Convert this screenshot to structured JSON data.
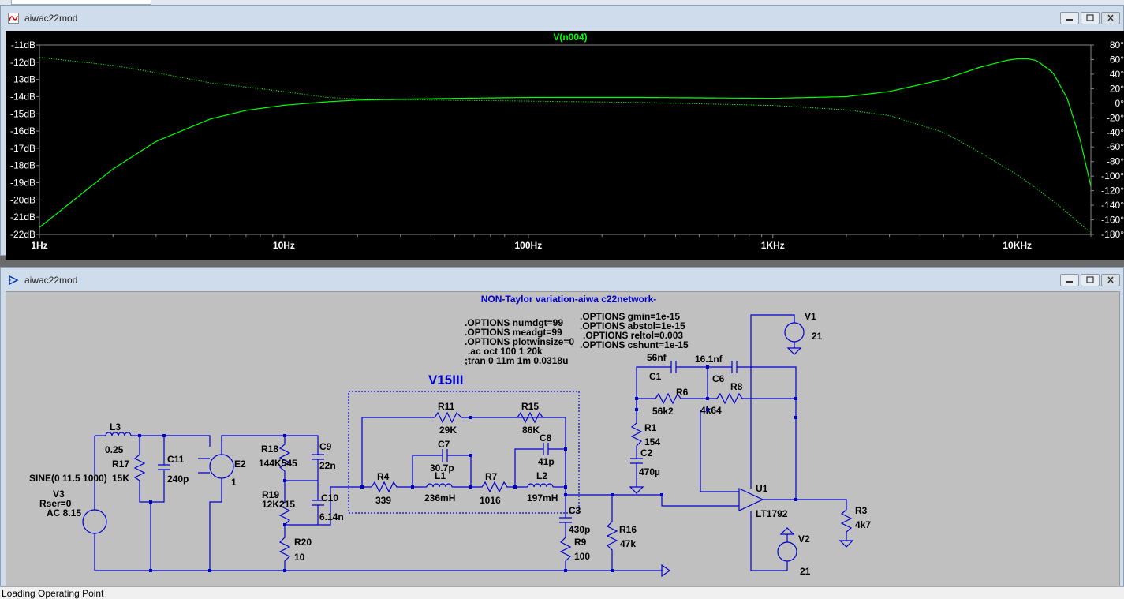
{
  "plot_window": {
    "title": "aiwac22mod",
    "trace_name": "V(n004)"
  },
  "chart_data": {
    "type": "line",
    "title": "V(n004)",
    "x_scale": "log",
    "xlim": [
      1,
      20000
    ],
    "x_ticks": [
      "1Hz",
      "10Hz",
      "100Hz",
      "1KHz",
      "10KHz"
    ],
    "x_tick_values": [
      1,
      10,
      100,
      1000,
      10000
    ],
    "y_left_ticks": [
      "-11dB",
      "-12dB",
      "-13dB",
      "-14dB",
      "-15dB",
      "-16dB",
      "-17dB",
      "-18dB",
      "-19dB",
      "-20dB",
      "-21dB",
      "-22dB"
    ],
    "ylim_left": [
      -22,
      -11
    ],
    "y_right_ticks": [
      "80°",
      "60°",
      "40°",
      "20°",
      "0°",
      "-20°",
      "-40°",
      "-60°",
      "-80°",
      "-100°",
      "-120°",
      "-140°",
      "-160°",
      "-180°"
    ],
    "ylim_right": [
      -180,
      80
    ],
    "series": [
      {
        "axis": "left",
        "style": "solid",
        "color": "#00ff00",
        "points": [
          [
            1,
            -21.6
          ],
          [
            1.5,
            -19.6
          ],
          [
            2,
            -18.2
          ],
          [
            3,
            -16.6
          ],
          [
            5,
            -15.3
          ],
          [
            7,
            -14.8
          ],
          [
            10,
            -14.5
          ],
          [
            15,
            -14.3
          ],
          [
            20,
            -14.2
          ],
          [
            50,
            -14.1
          ],
          [
            100,
            -14.05
          ],
          [
            300,
            -14.05
          ],
          [
            1000,
            -14.1
          ],
          [
            2000,
            -14.0
          ],
          [
            3000,
            -13.7
          ],
          [
            5000,
            -13.0
          ],
          [
            7000,
            -12.3
          ],
          [
            9000,
            -11.9
          ],
          [
            10000,
            -11.8
          ],
          [
            11000,
            -11.8
          ],
          [
            12000,
            -11.9
          ],
          [
            14000,
            -12.6
          ],
          [
            16000,
            -14.1
          ],
          [
            18000,
            -16.4
          ],
          [
            20000,
            -19.2
          ]
        ]
      },
      {
        "axis": "right",
        "style": "dotted",
        "color": "#00ff00",
        "points": [
          [
            1,
            63
          ],
          [
            2,
            52
          ],
          [
            3,
            42
          ],
          [
            5,
            28
          ],
          [
            8,
            20
          ],
          [
            10,
            16
          ],
          [
            15,
            8
          ],
          [
            20,
            6
          ],
          [
            50,
            4
          ],
          [
            100,
            3
          ],
          [
            300,
            1
          ],
          [
            1000,
            -3
          ],
          [
            2000,
            -9
          ],
          [
            3000,
            -17
          ],
          [
            5000,
            -40
          ],
          [
            7000,
            -67
          ],
          [
            9000,
            -89
          ],
          [
            10000,
            -98
          ],
          [
            12000,
            -117
          ],
          [
            15000,
            -142
          ],
          [
            18000,
            -165
          ],
          [
            20000,
            -178
          ]
        ]
      }
    ]
  },
  "schematic_window": {
    "title": "aiwac22mod",
    "heading": "NON-Taylor variation-aiwa c22network-",
    "directives_left": [
      ".OPTIONS numdgt=99",
      ".OPTIONS meadgt=99",
      ".OPTIONS plotwinsize=0",
      ".ac oct 100 1 20k",
      ";tran 0 11m 1m 0.0318u"
    ],
    "directives_right": [
      ".OPTIONS gmin=1e-15",
      ".OPTIONS abstol=1e-15",
      ".OPTIONS reltol=0.003",
      ".OPTIONS cshunt=1e-15"
    ],
    "group_label": "V15III",
    "components": {
      "L3": {
        "name": "L3",
        "value": "0.25"
      },
      "R17": {
        "name": "R17",
        "value": "15K"
      },
      "C11": {
        "name": "C11",
        "value": "240p"
      },
      "E2": {
        "name": "E2",
        "value": "1"
      },
      "R18": {
        "name": "R18",
        "value": "144K545"
      },
      "C9": {
        "name": "C9",
        "value": "22n"
      },
      "R19": {
        "name": "R19",
        "value": "12K215"
      },
      "C10": {
        "name": "C10",
        "value": "6.14n"
      },
      "R20": {
        "name": "R20",
        "value": "10"
      },
      "V3": {
        "name": "V3",
        "line1": "SINE(0 11.5 1000)",
        "line2": "Rser=0",
        "line3": "AC 8.15"
      },
      "R4": {
        "name": "R4",
        "value": "339"
      },
      "R11": {
        "name": "R11",
        "value": "29K"
      },
      "C7": {
        "name": "C7",
        "value": "30.7p"
      },
      "L1": {
        "name": "L1",
        "value": "236mH"
      },
      "R7": {
        "name": "R7",
        "value": "1016"
      },
      "R15": {
        "name": "R15",
        "value": "86K"
      },
      "C8": {
        "name": "C8",
        "value": "41p"
      },
      "L2": {
        "name": "L2",
        "value": "197mH"
      },
      "C3": {
        "name": "C3",
        "value": "430p"
      },
      "R9": {
        "name": "R9",
        "value": "100"
      },
      "R16": {
        "name": "R16",
        "value": "47k"
      },
      "C1": {
        "name": "C1",
        "value": "56nf"
      },
      "C6": {
        "name": "C6",
        "value": "16.1nf"
      },
      "R6": {
        "name": "R6",
        "value": "56k2"
      },
      "R8": {
        "name": "R8",
        "value": "4k64"
      },
      "R1": {
        "name": "R1",
        "value": "154"
      },
      "C2": {
        "name": "C2",
        "value": "470µ"
      },
      "U1": {
        "name": "U1",
        "value": "LT1792"
      },
      "V1": {
        "name": "V1",
        "value": "21"
      },
      "V2": {
        "name": "V2",
        "value": "21"
      },
      "R3": {
        "name": "R3",
        "value": "4k7"
      }
    }
  },
  "status_bar": {
    "text": "Loading Operating Point"
  },
  "colors": {
    "trace": "#00ff00",
    "wire": "#0000cc",
    "label": "#000000",
    "heading": "#0000cc"
  }
}
